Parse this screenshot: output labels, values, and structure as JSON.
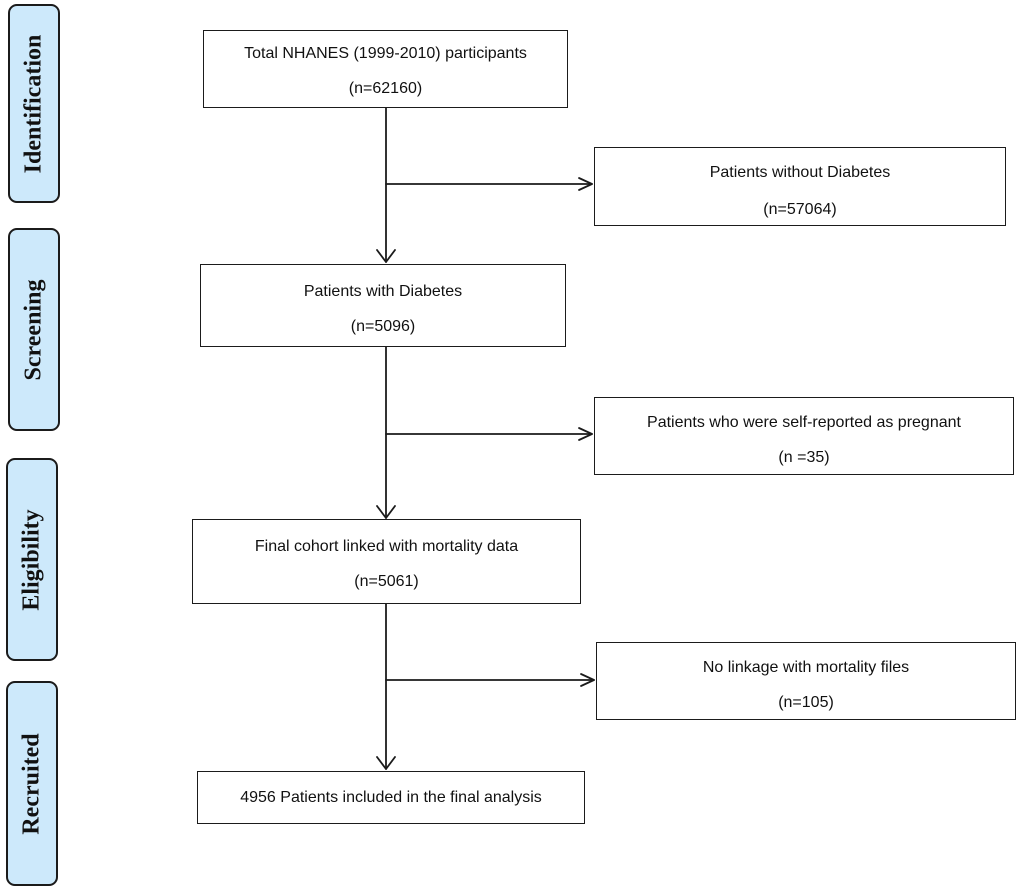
{
  "phases": {
    "identification": "Identification",
    "screening": "Screening",
    "eligibility": "Eligibility",
    "recruited": "Recruited"
  },
  "boxes": {
    "total": {
      "title": "Total NHANES (1999-2010) participants",
      "count": "(n=62160)"
    },
    "without_diabetes": {
      "title": "Patients without Diabetes",
      "count": "(n=57064)"
    },
    "with_diabetes": {
      "title": "Patients with Diabetes",
      "count": "(n=5096)"
    },
    "pregnant": {
      "title": "Patients who were self-reported as pregnant",
      "count": "(n =35)"
    },
    "final_cohort": {
      "title": "Final cohort linked with mortality data",
      "count": "(n=5061)"
    },
    "no_linkage": {
      "title": "No linkage with mortality files",
      "count": "(n=105)"
    },
    "included": {
      "title": "4956 Patients included in the final analysis"
    }
  }
}
